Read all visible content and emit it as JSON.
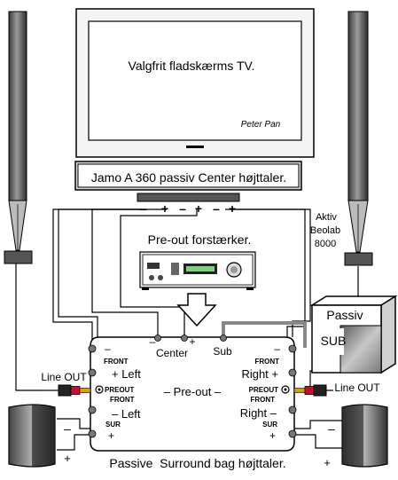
{
  "tv": {
    "label": "Valgfrit fladskærms TV.",
    "signature": "Peter Pan"
  },
  "center_speaker": {
    "label": "Jamo A 360 passiv Center højttaler.",
    "terminals": [
      "–",
      "+",
      "–",
      "+",
      "–",
      "+"
    ]
  },
  "active_speaker": {
    "line1": "Aktiv",
    "line2": "Beolab",
    "line3": "8000"
  },
  "preamp": {
    "label": "Pre-out forstærker."
  },
  "sub": {
    "line1": "Passiv",
    "line2": "SUB"
  },
  "panel": {
    "center_label": "Center",
    "center_minus": "–",
    "center_plus": "+",
    "sub_label": "Sub",
    "left_front_minus": "–",
    "left_front_tag": "FRONT",
    "left_front_label": "+ Left",
    "left_preout": "PREOUT",
    "left_preout_front": "FRONT",
    "preout_center": "– Pre-out –",
    "left_sur_label": "– Left",
    "left_sur_tag": "SUR",
    "left_sur_plus": "+",
    "right_front_minus": "–",
    "right_front_tag": "FRONT",
    "right_front_label": "Right +",
    "right_preout": "PREOUT",
    "right_preout_front": "FRONT",
    "right_sur_label": "Right –",
    "right_sur_tag": "SUR",
    "right_sur_plus": "+"
  },
  "line_out_left": "Line OUT",
  "line_out_right": "Line OUT",
  "surround_left": {
    "minus": "–",
    "plus": "+"
  },
  "surround_right": {
    "minus": "–",
    "plus": "+"
  },
  "surround_label": "Passive  Surround bag højttaler."
}
